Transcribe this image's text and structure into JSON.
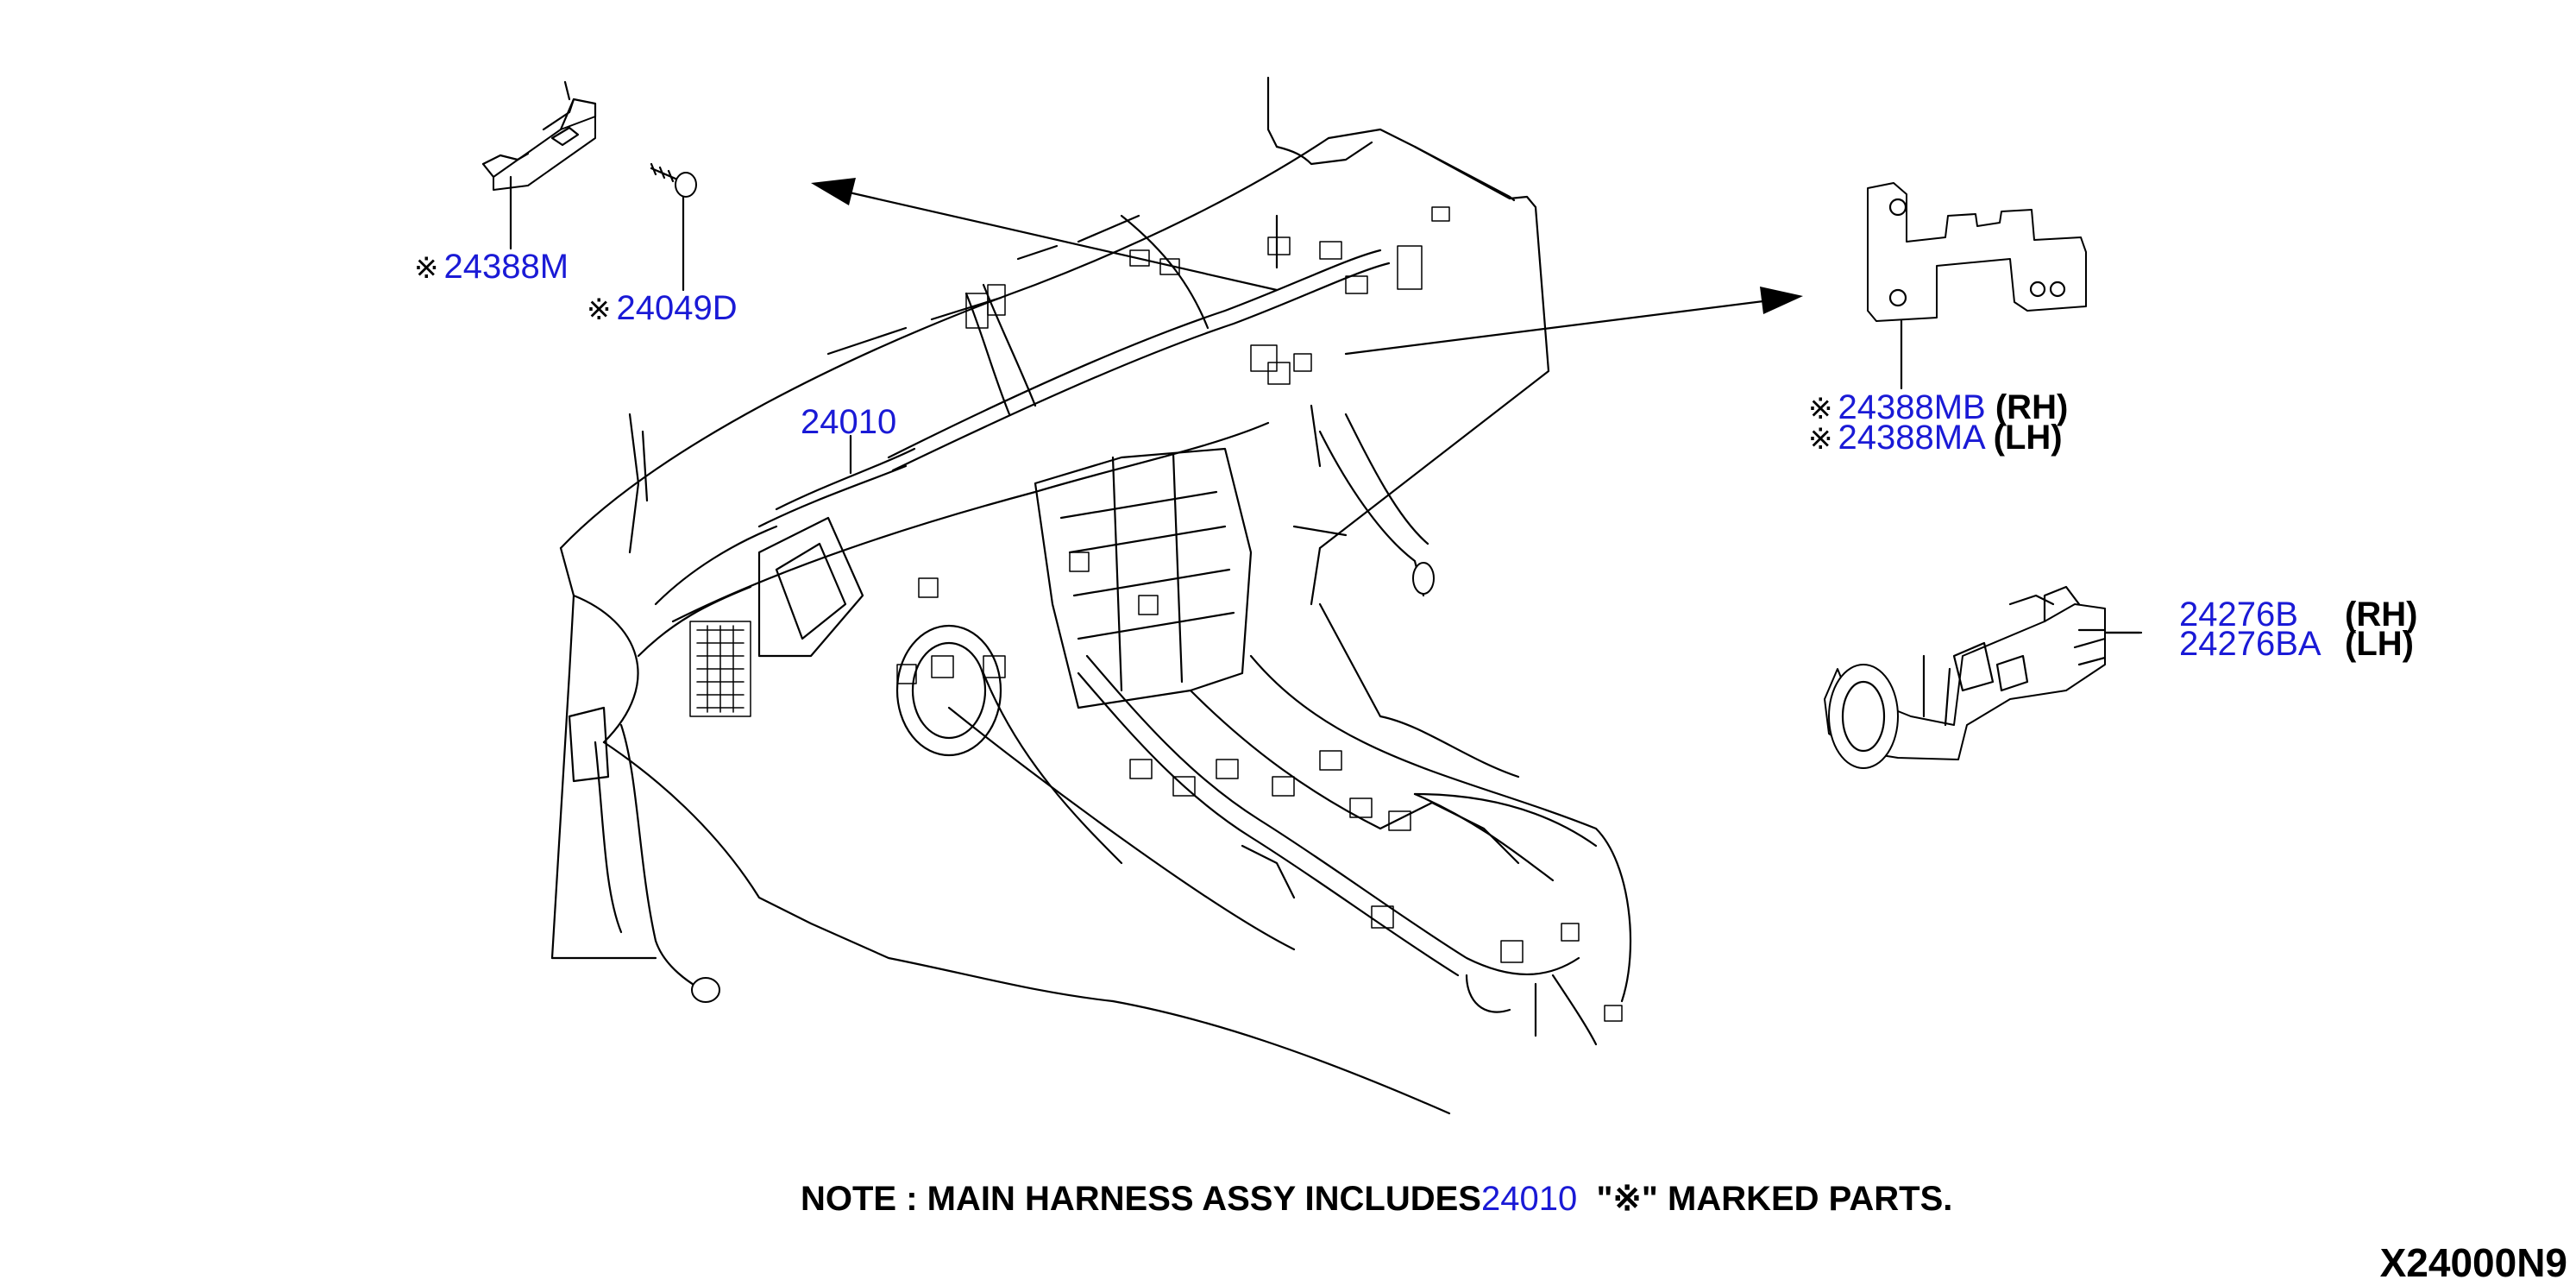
{
  "labels": {
    "part_24388m": "24388M",
    "part_24049d": "24049D",
    "part_24010": "24010",
    "part_24388mb": "24388MB",
    "part_24388mb_side": "(RH)",
    "part_24388ma": "24388MA",
    "part_24388ma_side": "(LH)",
    "part_24276b": "24276B",
    "part_24276b_side": "(RH)",
    "part_24276ba": "24276BA",
    "part_24276ba_side": "(LH)",
    "mark_symbol": "※"
  },
  "note": {
    "prefix": "NOTE : MAIN HARNESS ASSY INCLUDES",
    "part": "24010",
    "suffix": "\"※\" MARKED PARTS."
  },
  "diagram_code": "X24000N9",
  "colors": {
    "part_number": "#1a1ad6",
    "text": "#000000"
  }
}
